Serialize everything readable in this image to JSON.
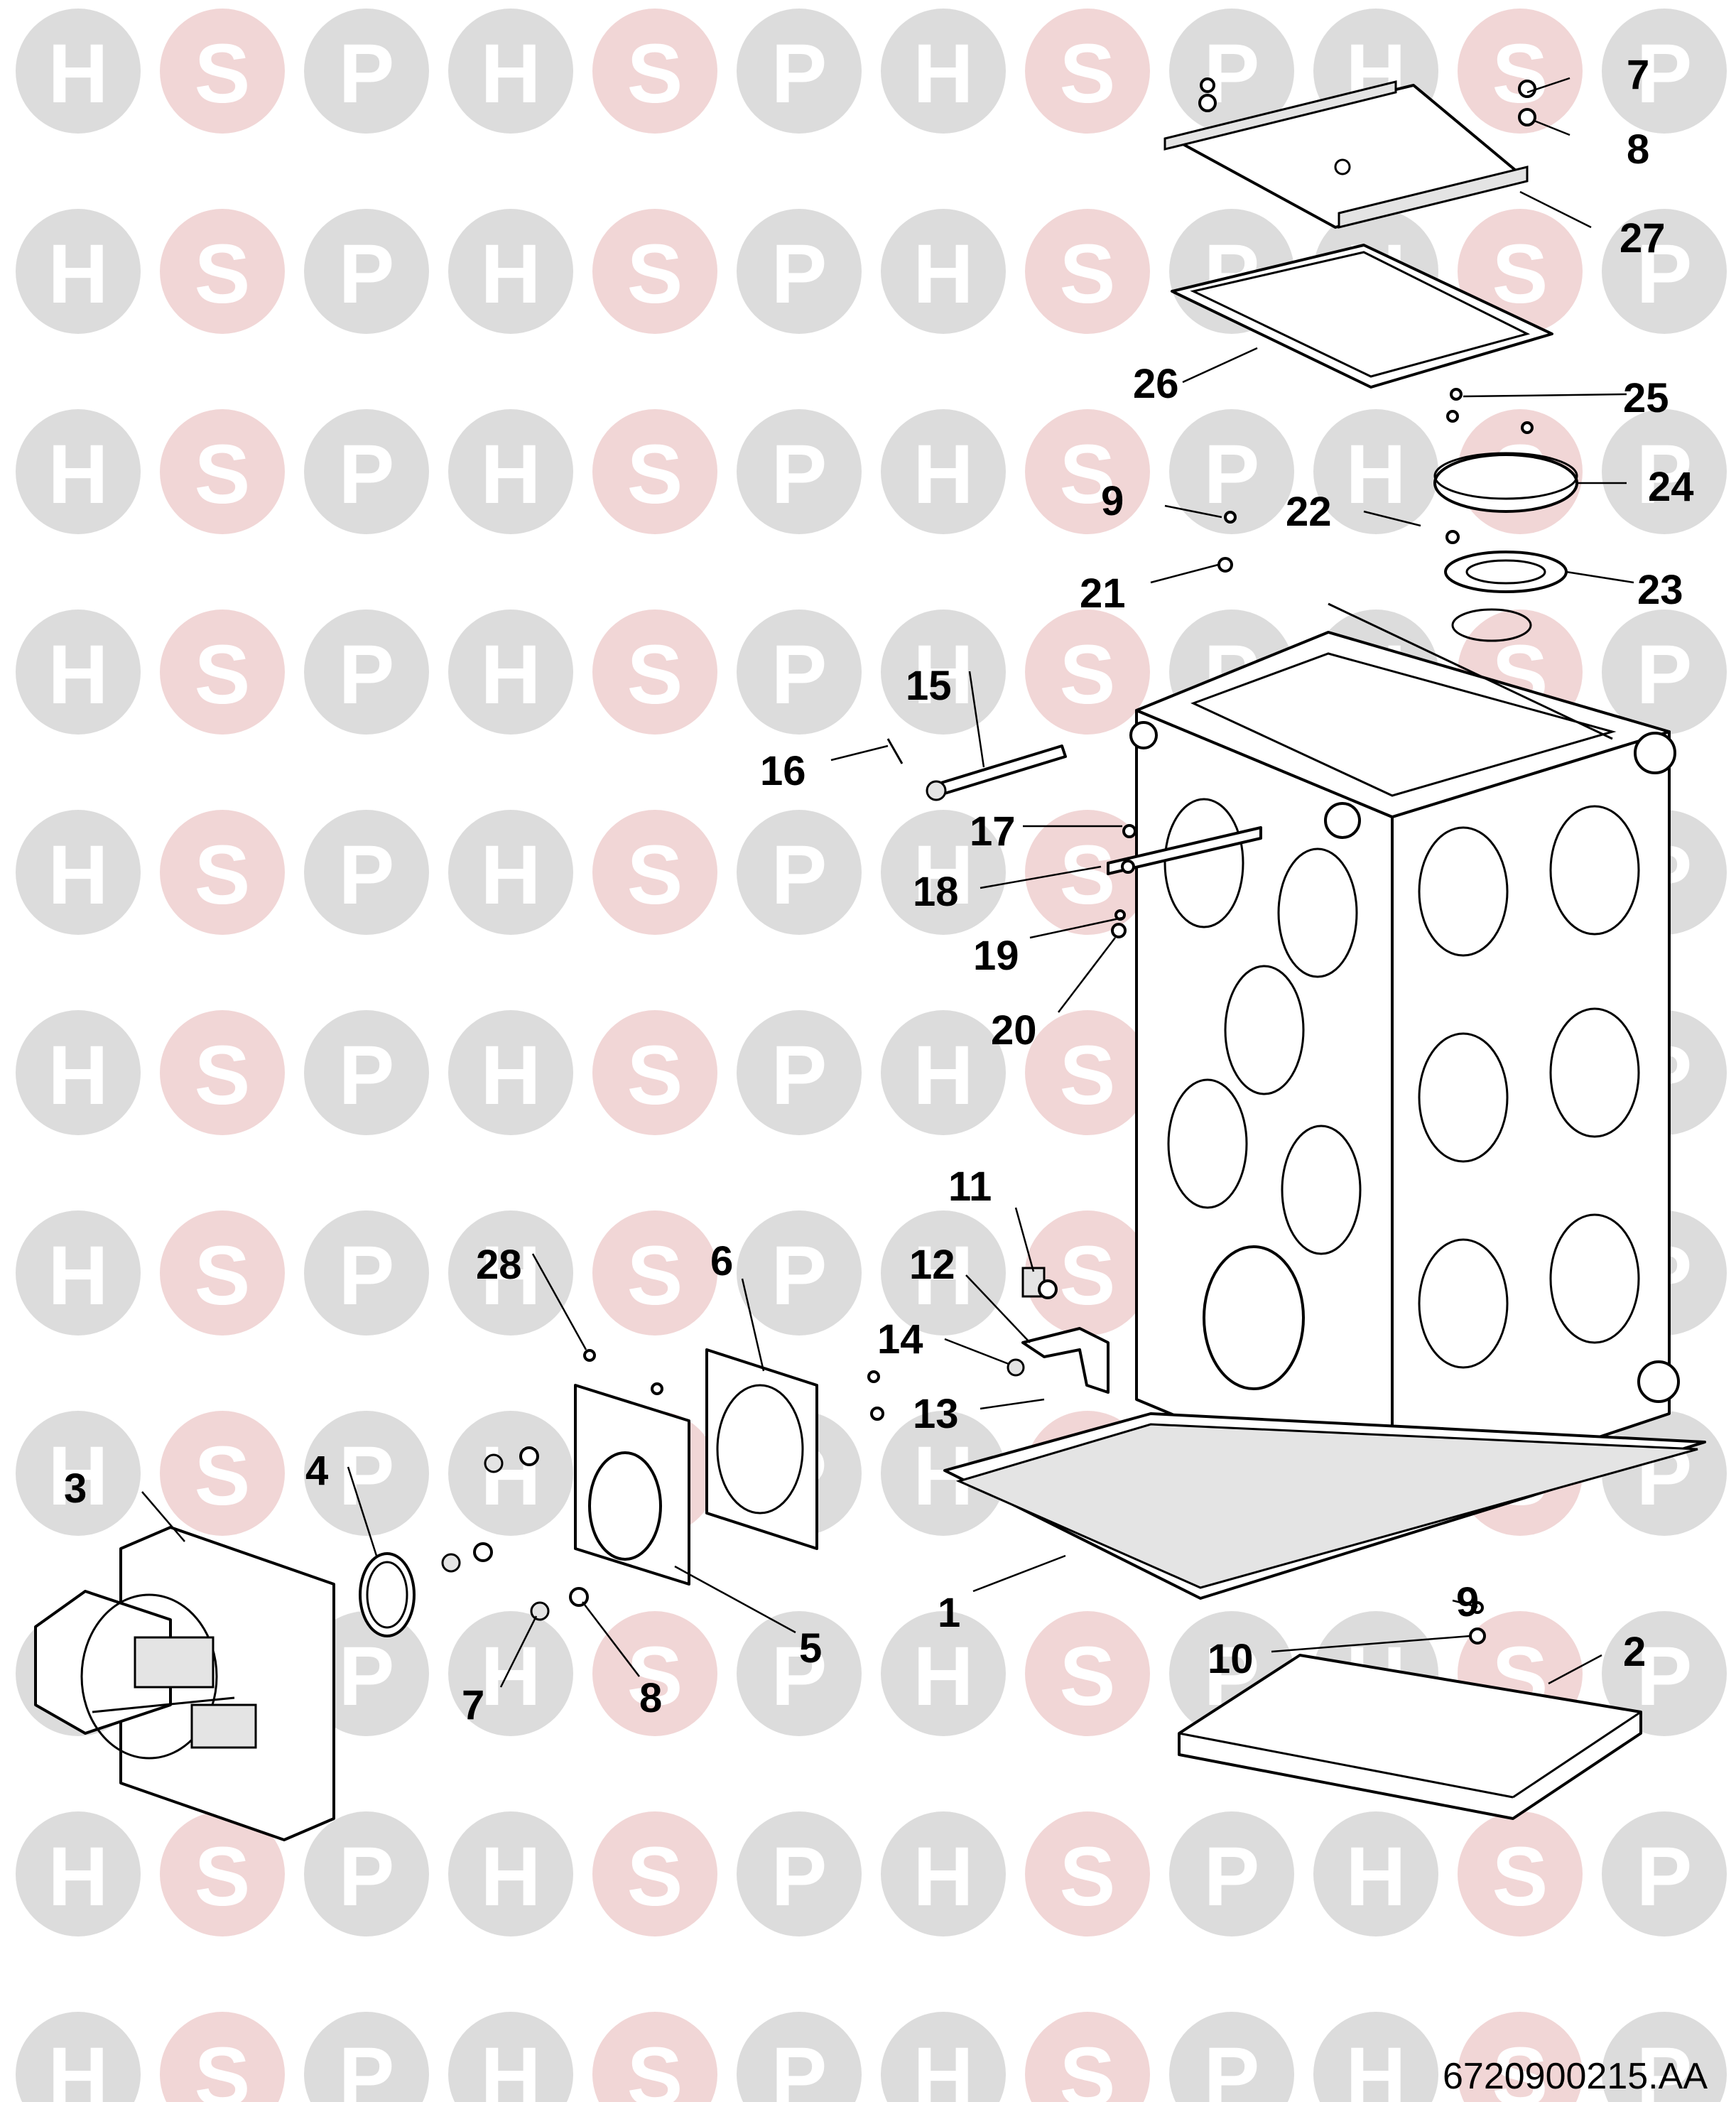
{
  "watermark": {
    "letters": [
      "H",
      "S",
      "P"
    ],
    "colors": {
      "H": "#dcdcdc",
      "S": "#f1d6d6",
      "P": "#dcdcdc",
      "letter": "#ffffff"
    }
  },
  "reference_code": "6720900215.AA",
  "callouts": [
    {
      "label": "1"
    },
    {
      "label": "2"
    },
    {
      "label": "3"
    },
    {
      "label": "4"
    },
    {
      "label": "5"
    },
    {
      "label": "6"
    },
    {
      "label": "7"
    },
    {
      "label": "8"
    },
    {
      "label": "9"
    },
    {
      "label": "10"
    },
    {
      "label": "11"
    },
    {
      "label": "12"
    },
    {
      "label": "13"
    },
    {
      "label": "14"
    },
    {
      "label": "15"
    },
    {
      "label": "16"
    },
    {
      "label": "17"
    },
    {
      "label": "18"
    },
    {
      "label": "19"
    },
    {
      "label": "20"
    },
    {
      "label": "21"
    },
    {
      "label": "22"
    },
    {
      "label": "23"
    },
    {
      "label": "24"
    },
    {
      "label": "25"
    },
    {
      "label": "26"
    },
    {
      "label": "27"
    },
    {
      "label": "28"
    },
    {
      "label": "7"
    },
    {
      "label": "8"
    },
    {
      "label": "9"
    }
  ]
}
